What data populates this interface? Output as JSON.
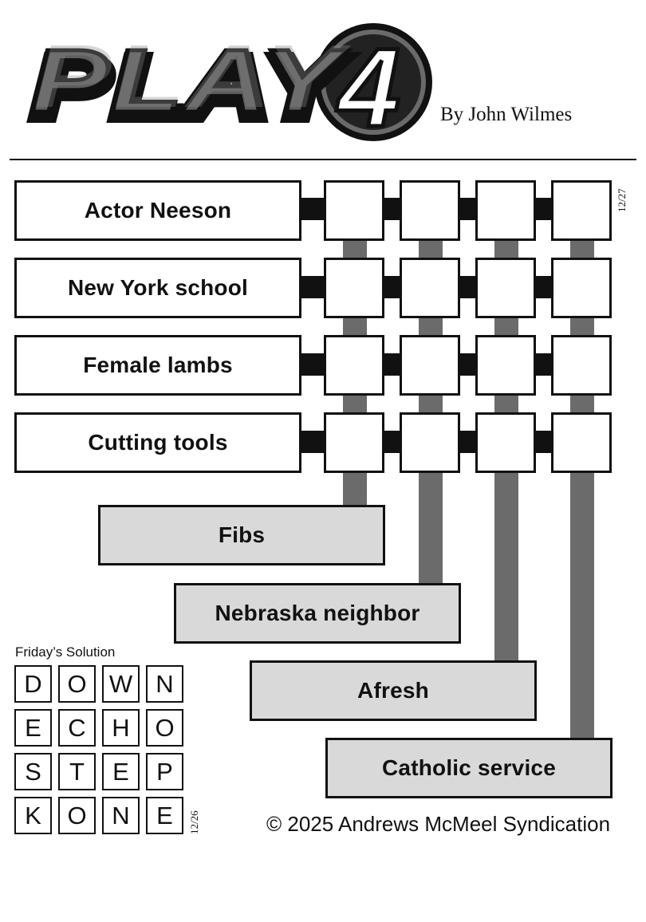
{
  "header": {
    "logo_text": "PLAY4",
    "byline": "By John Wilmes"
  },
  "puzzle": {
    "date": "12/27",
    "across_clues": [
      "Actor Neeson",
      "New York school",
      "Female lambs",
      "Cutting tools"
    ],
    "down_clues": [
      "Fibs",
      "Nebraska neighbor",
      "Afresh",
      "Catholic service"
    ]
  },
  "solution": {
    "label": "Friday’s Solution",
    "date": "12/26",
    "rows": [
      [
        "D",
        "O",
        "W",
        "N"
      ],
      [
        "E",
        "C",
        "H",
        "O"
      ],
      [
        "S",
        "T",
        "E",
        "P"
      ],
      [
        "K",
        "O",
        "N",
        "E"
      ]
    ]
  },
  "footer": {
    "copyright": "© 2025 Andrews McMeel Syndication"
  },
  "colors": {
    "down_fill": "#d9d9d9",
    "column_bar": "#6b6b6b",
    "ink": "#111111"
  }
}
